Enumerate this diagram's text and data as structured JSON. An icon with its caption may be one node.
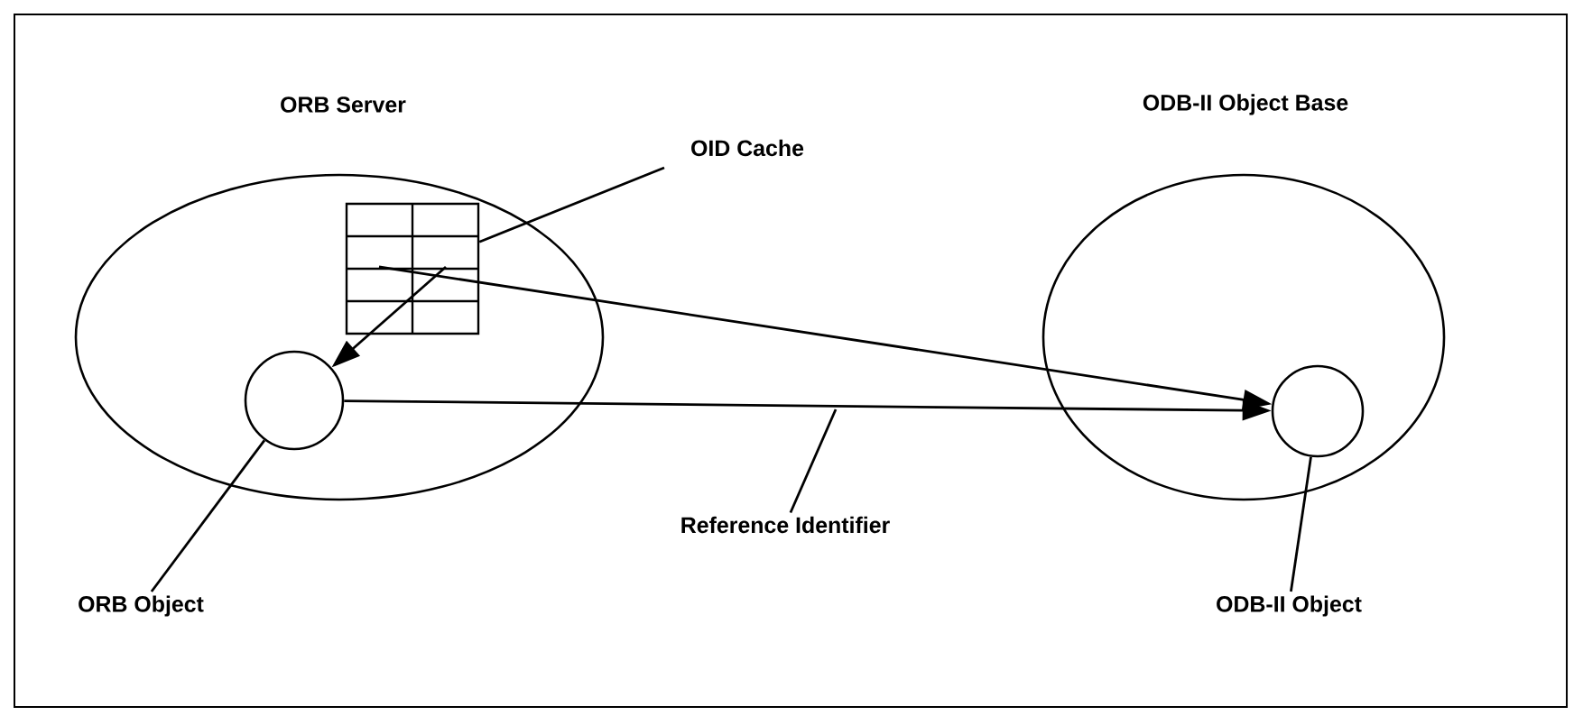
{
  "diagram": {
    "nodes": [
      {
        "text": [
          "ORB Server"
        ]
      },
      {
        "text": [
          "ODB-II Object Base"
        ]
      },
      {
        "text": [],
        "shape": "box",
        "in": 0
      },
      {
        "text": [],
        "shape": "circle",
        "in": 0
      },
      {
        "text": [],
        "shape": "circle",
        "in": 1
      },
      {
        "text": [
          "OID Cache"
        ]
      },
      {
        "text": [
          "ORB Object"
        ]
      },
      {
        "text": [
          "ODB-II Object"
        ]
      },
      {
        "text": [
          "Reference Identifier"
        ]
      }
    ],
    "edges": [
      {
        "from": 5,
        "to": 2,
        "arrow": "none"
      },
      {
        "from": 2,
        "to": 3,
        "arrow": "to"
      },
      {
        "from": 2,
        "to": 4,
        "arrow": "to"
      },
      {
        "from": 3,
        "to": 4,
        "arrow": "to"
      },
      {
        "from": 6,
        "to": 3,
        "arrow": "none"
      },
      {
        "from": 7,
        "to": 4,
        "arrow": "none"
      },
      {
        "from": 8,
        "to": null,
        "arrow": "none"
      }
    ]
  }
}
